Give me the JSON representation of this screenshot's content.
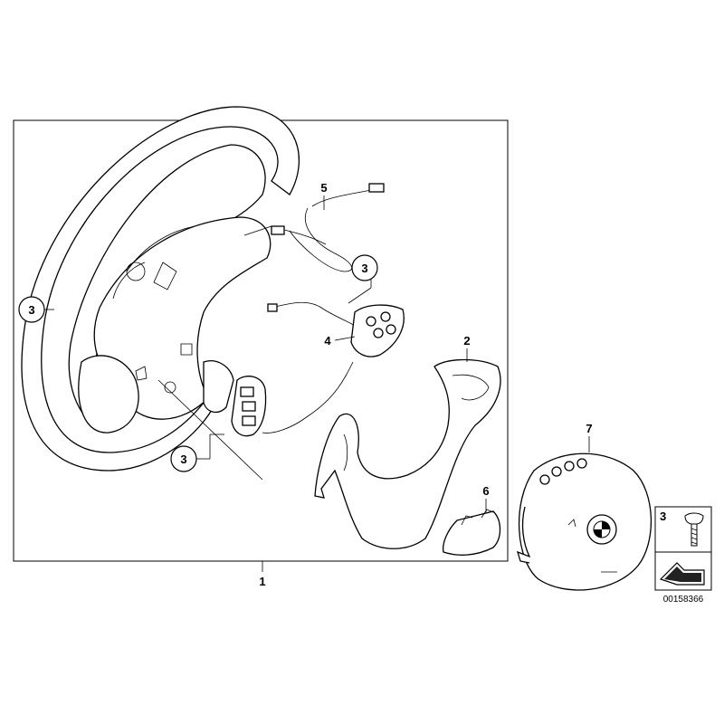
{
  "callouts": {
    "p1": "1",
    "p2": "2",
    "p3a": "3",
    "p3b": "3",
    "p3c": "3",
    "p3d": "3",
    "p4": "4",
    "p5": "5",
    "p6": "6",
    "p7": "7"
  },
  "reference_number": "00158366",
  "icons": {
    "bmw_logo": "bmw-roundel-icon",
    "forward_arrow": "arrow-forward-icon"
  }
}
